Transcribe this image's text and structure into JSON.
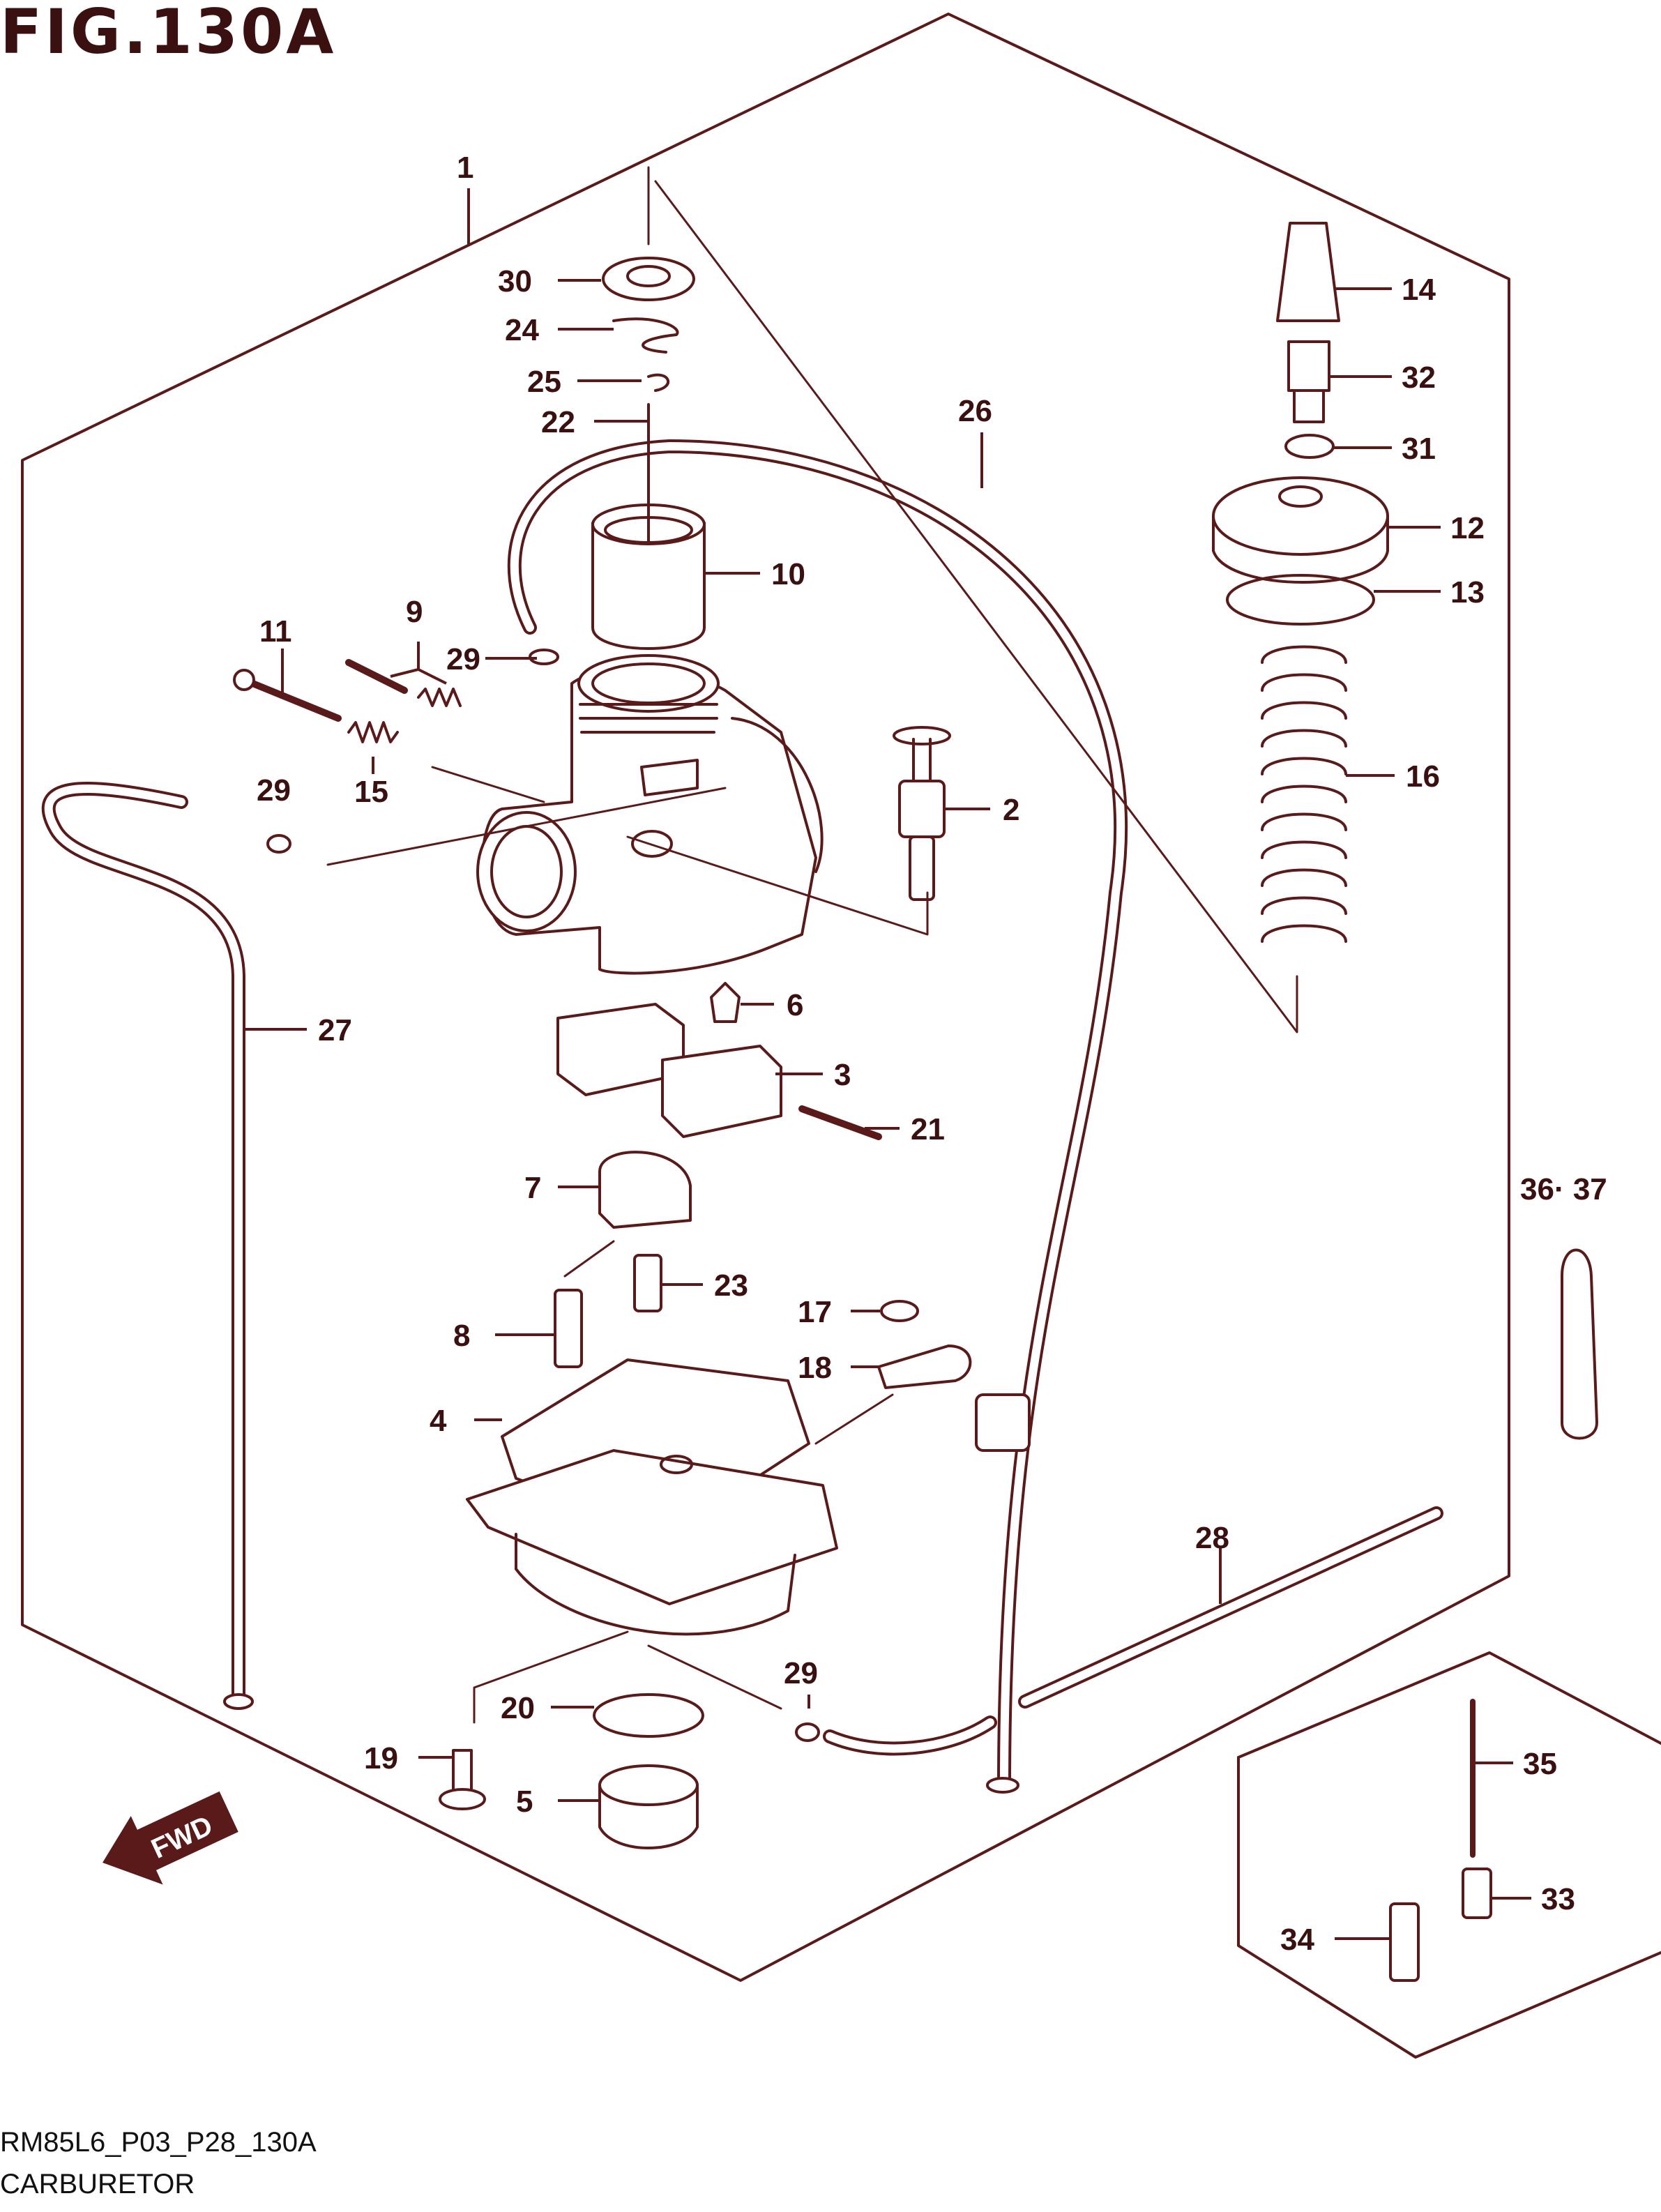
{
  "figure": {
    "title": "FIG.130A",
    "code": "RM85L6_P03_P28_130A",
    "name": "CARBURETOR"
  },
  "badge": {
    "fwd": "FWD"
  },
  "callouts": [
    "1",
    "2",
    "3",
    "4",
    "5",
    "6",
    "7",
    "8",
    "9",
    "10",
    "11",
    "12",
    "13",
    "14",
    "15",
    "16",
    "17",
    "18",
    "19",
    "20",
    "21",
    "22",
    "23",
    "24",
    "25",
    "26",
    "27",
    "28",
    "29",
    "29",
    "29",
    "30",
    "31",
    "32",
    "33",
    "34",
    "35",
    "36· 37"
  ],
  "colors": {
    "line": "#5a1a1a",
    "label": "#3a1010",
    "ink": "#111111"
  }
}
